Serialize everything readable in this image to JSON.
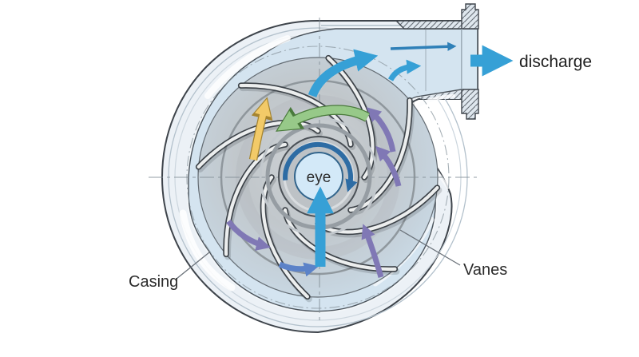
{
  "labels": {
    "eye": "eye",
    "discharge": "discharge",
    "casing": "Casing",
    "vanes": "Vanes"
  },
  "colors": {
    "flow_blue": "#36a0d6",
    "duct_arrow_blue": "#2f80b8",
    "swirl_blue": "#5b82c8",
    "rotation_arc_blue": "#2d6ca4",
    "vane_flow_purple": "#8078b5",
    "slip_yellow": "#f2ca68",
    "slip_yellow_outline": "#a5842f",
    "rotation_green": "#97c989",
    "rotation_green_outline": "#4a7a3c",
    "casing_fill": "#ecf1f6",
    "water_fill": "#d4e4f0",
    "eye_fill": "#d3e9f8",
    "outline_dark": "#3e444b"
  },
  "arrows": [
    {
      "name": "inlet-flow-arrow",
      "color_key": "flow_blue",
      "direction": "upward into eye"
    },
    {
      "name": "eye-rotation-arrow",
      "color_key": "rotation_arc_blue",
      "direction": "clockwise around eye"
    },
    {
      "name": "vane-flow-arrow-upper-right",
      "color_key": "vane_flow_purple",
      "direction": "outward along vane, up-left"
    },
    {
      "name": "vane-flow-arrow-mid-right",
      "color_key": "vane_flow_purple",
      "direction": "outward along vane, up-left"
    },
    {
      "name": "vane-flow-arrow-lower-right",
      "color_key": "vane_flow_purple",
      "direction": "upward"
    },
    {
      "name": "vane-flow-arrow-lower-left",
      "color_key": "vane_flow_purple",
      "direction": "curving right"
    },
    {
      "name": "swirl-arrow-bottom",
      "color_key": "swirl_blue",
      "direction": "curving right"
    },
    {
      "name": "volute-flow-arrow",
      "color_key": "flow_blue",
      "direction": "curving up-right toward discharge"
    },
    {
      "name": "throat-flow-arrow",
      "color_key": "flow_blue",
      "direction": "curving right into nozzle"
    },
    {
      "name": "duct-flow-arrow",
      "color_key": "duct_arrow_blue",
      "direction": "right through discharge nozzle"
    },
    {
      "name": "discharge-arrow",
      "color_key": "flow_blue",
      "direction": "right out of flange"
    },
    {
      "name": "slip-flow-arrow",
      "color_key": "slip_yellow",
      "direction": "curving upward"
    },
    {
      "name": "impeller-rotation-arrow",
      "color_key": "rotation_green",
      "direction": "curving left over impeller"
    }
  ]
}
